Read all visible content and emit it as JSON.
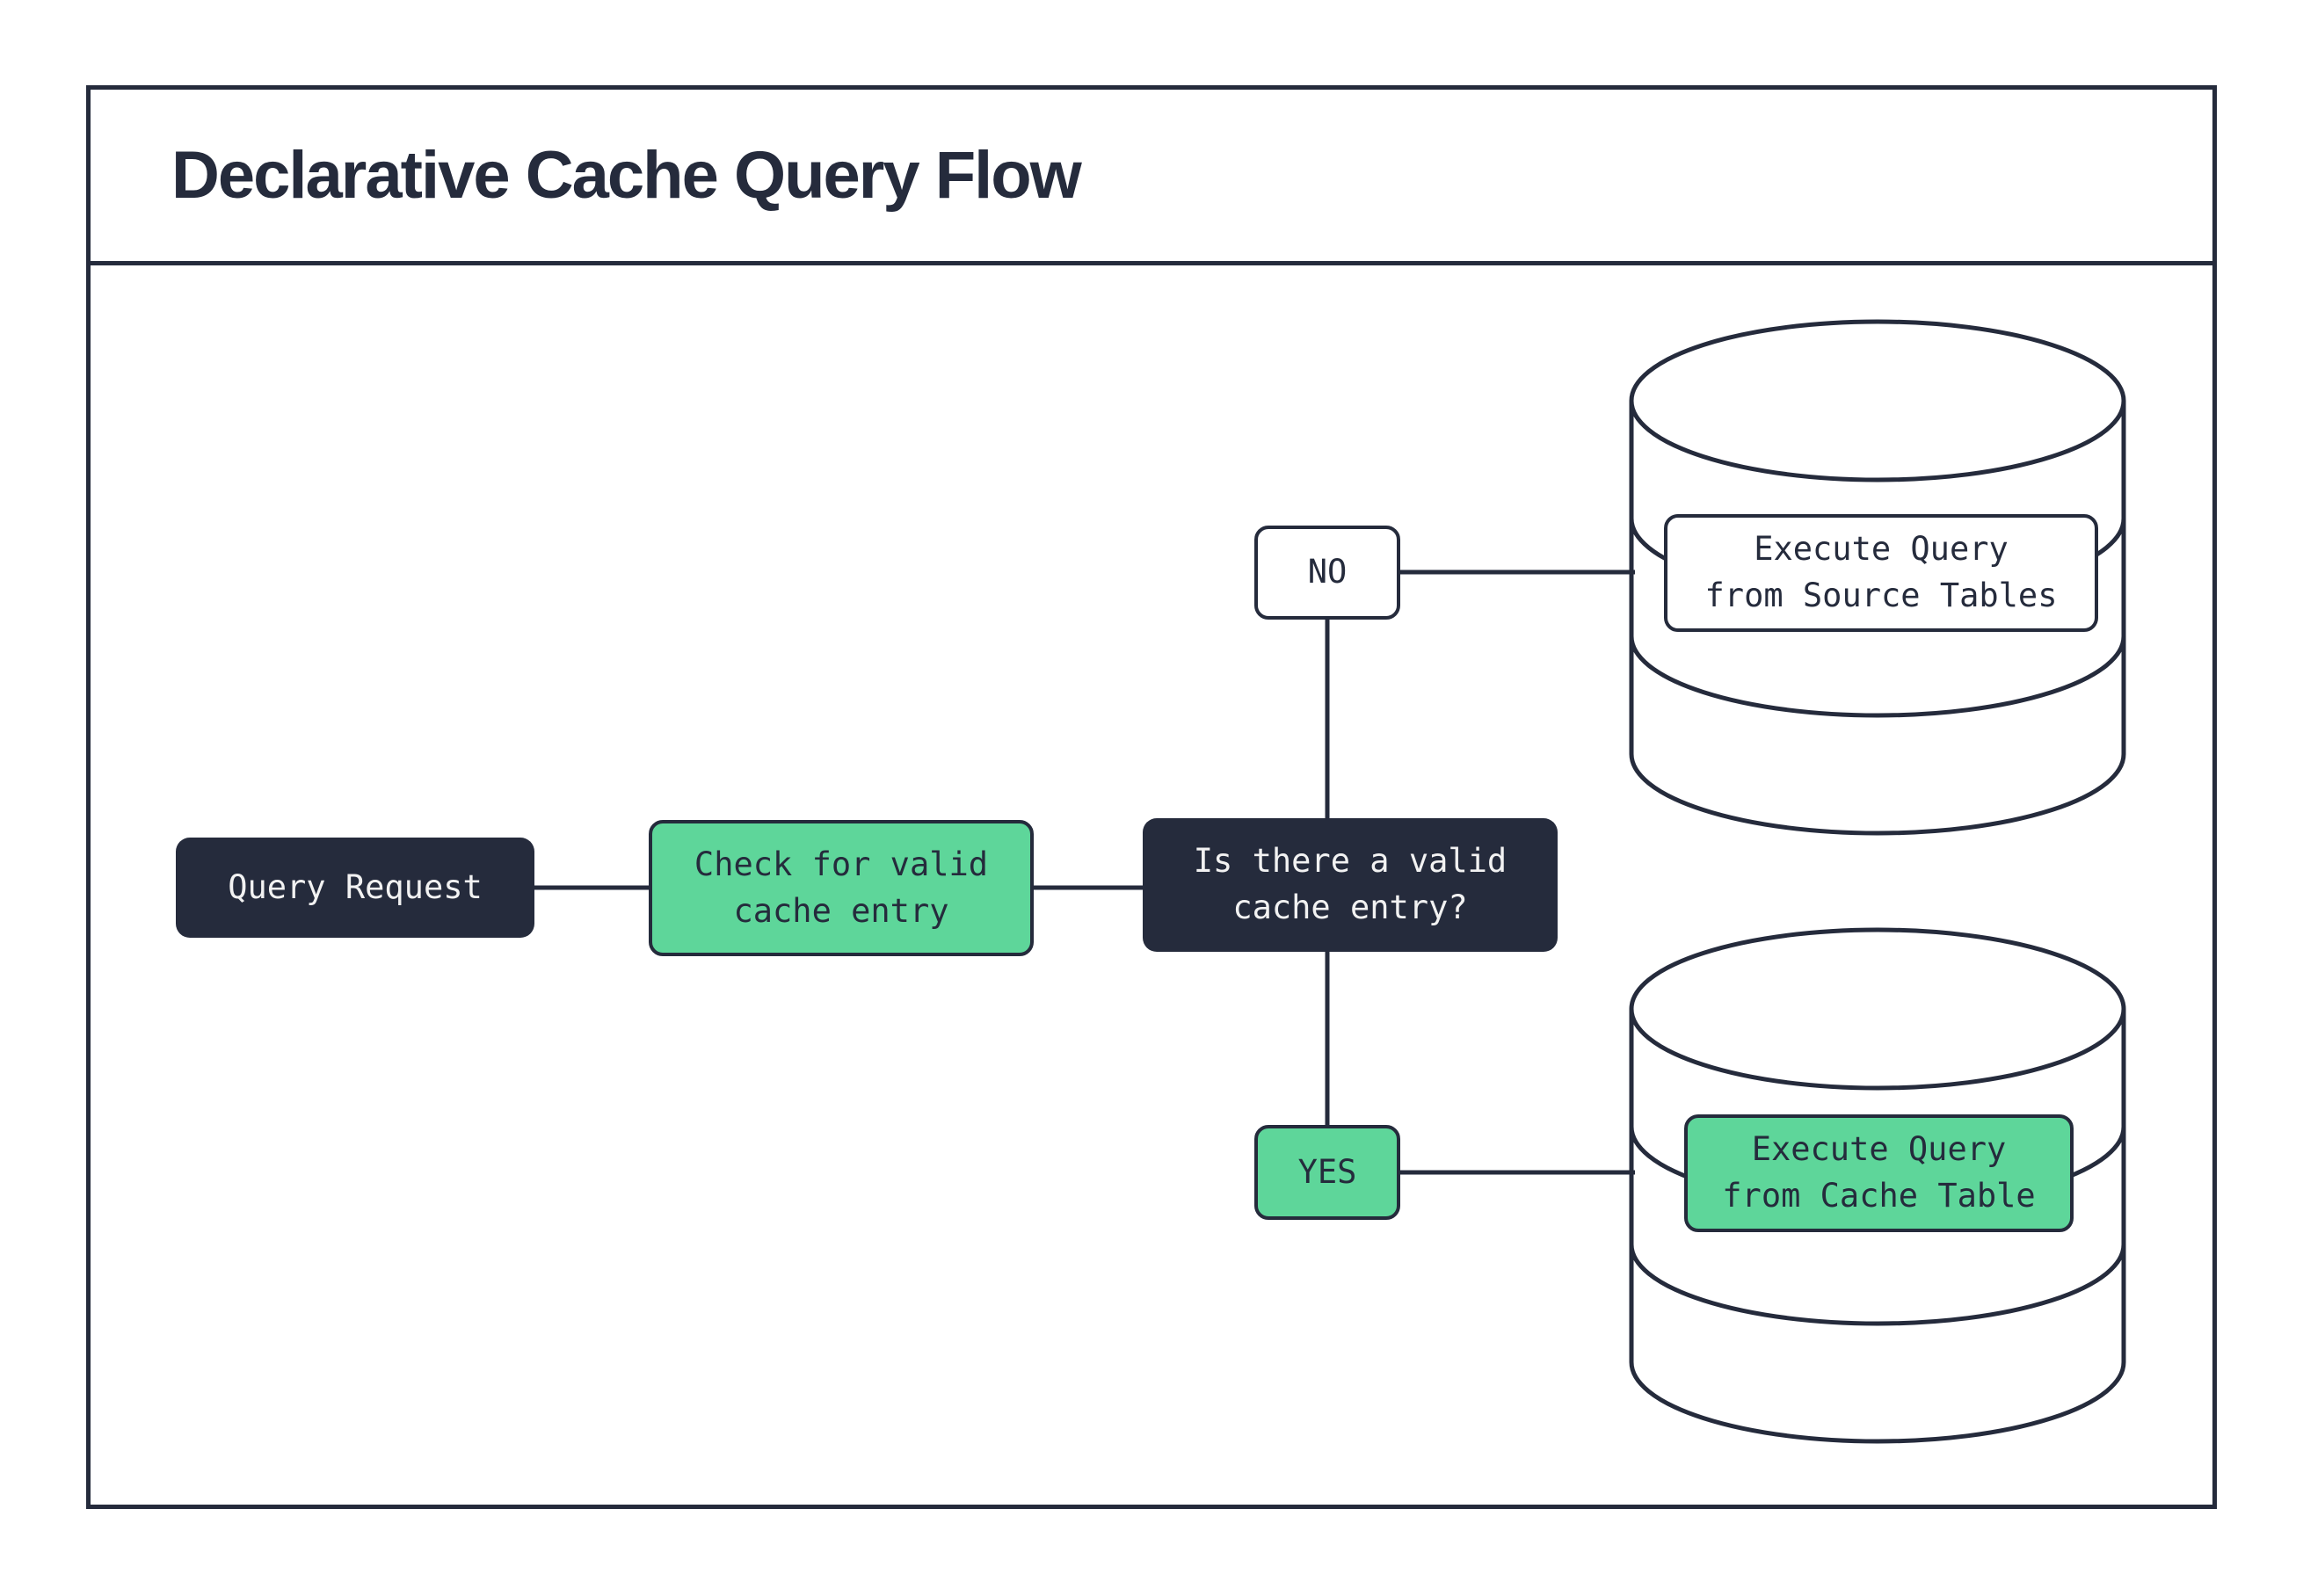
{
  "title": "Declarative Cache Query Flow",
  "nodes": {
    "query_request": {
      "label": "Query Request"
    },
    "check_cache": {
      "label": "Check for valid\ncache entry"
    },
    "decision": {
      "label": "Is there a valid\ncache entry?"
    },
    "no_branch": {
      "label": "NO"
    },
    "yes_branch": {
      "label": "YES"
    },
    "source_db": {
      "label": "Execute Query\nfrom Source Tables"
    },
    "cache_db": {
      "label": "Execute Query\nfrom Cache Table"
    }
  },
  "colors": {
    "ink": "#252b3c",
    "green": "#5ed69a",
    "paper": "#ffffff",
    "light_text": "#f2f2f2"
  }
}
